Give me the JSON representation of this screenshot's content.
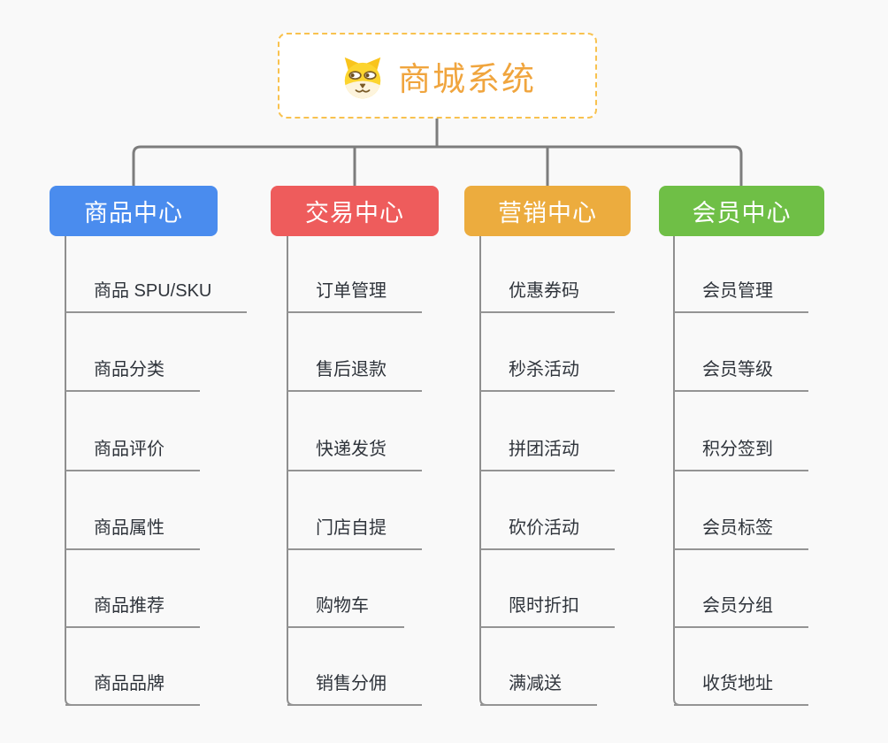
{
  "colors": {
    "background": "#f9f9f9",
    "connector": "#7d7d7d",
    "column_line": "#8f8f8f",
    "item_text": "#2f343b",
    "item_line": "#949494",
    "root_background": "#ffffff",
    "root_border": "#f8c24f",
    "root_accent": "#f0a53e"
  },
  "root": {
    "title": "商城系统",
    "icon": "dog-face-icon"
  },
  "branches": [
    {
      "label": "商品中心",
      "color": "#4a8cee",
      "items": [
        "商品 SPU/SKU",
        "商品分类",
        "商品评价",
        "商品属性",
        "商品推荐",
        "商品品牌"
      ]
    },
    {
      "label": "交易中心",
      "color": "#ee5c5c",
      "items": [
        "订单管理",
        "售后退款",
        "快递发货",
        "门店自提",
        "购物车",
        "销售分佣"
      ]
    },
    {
      "label": "营销中心",
      "color": "#ecac3e",
      "items": [
        "优惠券码",
        "秒杀活动",
        "拼团活动",
        "砍价活动",
        "限时折扣",
        "满减送"
      ]
    },
    {
      "label": "会员中心",
      "color": "#6fbf46",
      "items": [
        "会员管理",
        "会员等级",
        "积分签到",
        "会员标签",
        "会员分组",
        "收货地址"
      ]
    }
  ]
}
